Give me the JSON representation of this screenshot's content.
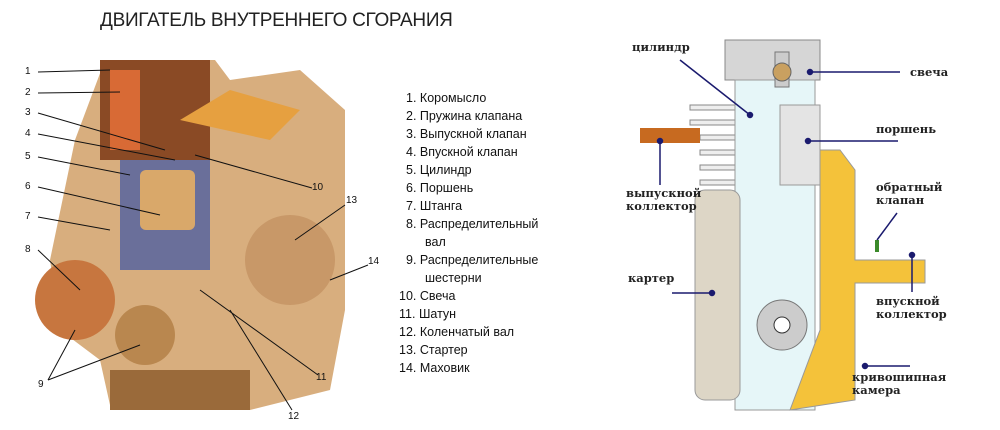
{
  "title": "ДВИГАТЕЛЬ ВНУТРЕННЕГО СГОРАНИЯ",
  "left_numbers": [
    "1",
    "2",
    "3",
    "4",
    "5",
    "6",
    "7",
    "8",
    "9",
    "10",
    "11",
    "12",
    "13",
    "14"
  ],
  "legend": [
    {
      "n": "1.",
      "label": "Коромысло"
    },
    {
      "n": "2.",
      "label": "Пружина клапана"
    },
    {
      "n": "3.",
      "label": "Выпускной клапан"
    },
    {
      "n": "4.",
      "label": "Впускной клапан"
    },
    {
      "n": "5.",
      "label": "Цилиндр"
    },
    {
      "n": "6.",
      "label": "Поршень"
    },
    {
      "n": "7.",
      "label": "Штанга"
    },
    {
      "n": "8.",
      "label": "Распределительный",
      "cont": "вал"
    },
    {
      "n": "9.",
      "label": "Распределительные",
      "cont": "шестерни"
    },
    {
      "n": "10.",
      "label": "Свеча"
    },
    {
      "n": "11.",
      "label": "Шатун"
    },
    {
      "n": "12.",
      "label": "Коленчатый вал"
    },
    {
      "n": "13.",
      "label": "Стартер"
    },
    {
      "n": "14.",
      "label": "Маховик"
    }
  ],
  "right_labels": {
    "cylinder": "цилиндр",
    "spark_plug": "свеча",
    "piston": "поршень",
    "exhaust": [
      "выпускной",
      "коллектор"
    ],
    "check_valve": [
      "обратный",
      "клапан"
    ],
    "crankcase": "картер",
    "intake": [
      "впускной",
      "коллектор"
    ],
    "crank_chamber": [
      "кривошипная",
      "камера"
    ]
  },
  "colors": {
    "pointer": "#1a1a6e",
    "engine": "#c8925a",
    "yellow": "#f4c23a"
  }
}
